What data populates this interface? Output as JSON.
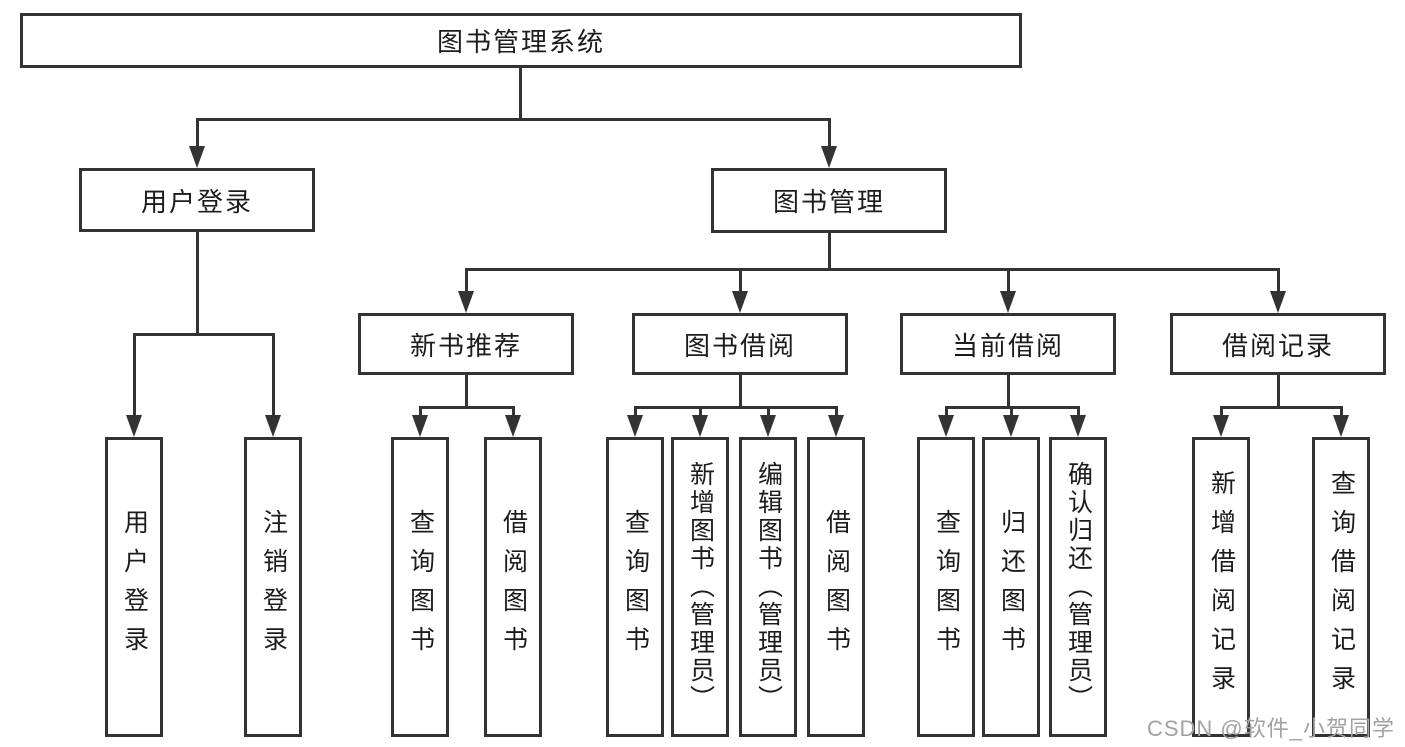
{
  "nodes": {
    "root": "图书管理系统",
    "user_login": "用户登录",
    "book_mgmt": "图书管理",
    "new_book": "新书推荐",
    "book_borrow": "图书借阅",
    "current_borrow": "当前借阅",
    "borrow_record": "借阅记录",
    "leaves": [
      "用户登录",
      "注销登录",
      "查询图书",
      "借阅图书",
      "查询图书",
      "新增图书（管理员）",
      "编辑图书（管理员）",
      "借阅图书",
      "查询图书",
      "归还图书",
      "确认归还（管理员）",
      "新增借阅记录",
      "查询借阅记录"
    ]
  },
  "colors": {
    "line": "#333333",
    "text": "#1c1c1c",
    "watermark_gray": "#a2a2a2"
  },
  "watermark": "CSDN @软件_小贺同学"
}
